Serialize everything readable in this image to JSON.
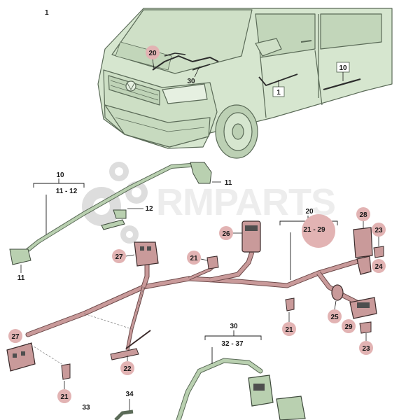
{
  "diagram": {
    "figure_number": "1",
    "watermark": "RMPARTS",
    "callouts": {
      "c1": "1",
      "c10": "10",
      "c20": "20",
      "c30": "30",
      "c11a": "11",
      "c11b": "11",
      "c12": "12",
      "c20b": "20",
      "c21_29": "21 - 29",
      "c10b": "10",
      "c11_12": "11 - 12",
      "c21a": "21",
      "c21b": "21",
      "c21c": "21",
      "c22": "22",
      "c23a": "23",
      "c23b": "23",
      "c24": "24",
      "c25": "25",
      "c26": "26",
      "c27a": "27",
      "c27b": "27",
      "c28": "28",
      "c29": "29",
      "c30b": "30",
      "c32_37": "32 - 37",
      "c33": "33",
      "c34": "34"
    },
    "colors": {
      "vehicle_fill": "#d6e6cf",
      "vehicle_line": "#5b6b58",
      "harness_pink": "#c99a9a",
      "harness_green": "#b9d0b0",
      "badge_fill": "#e2b3b3",
      "connector_dark": "#4e4e4e"
    }
  }
}
